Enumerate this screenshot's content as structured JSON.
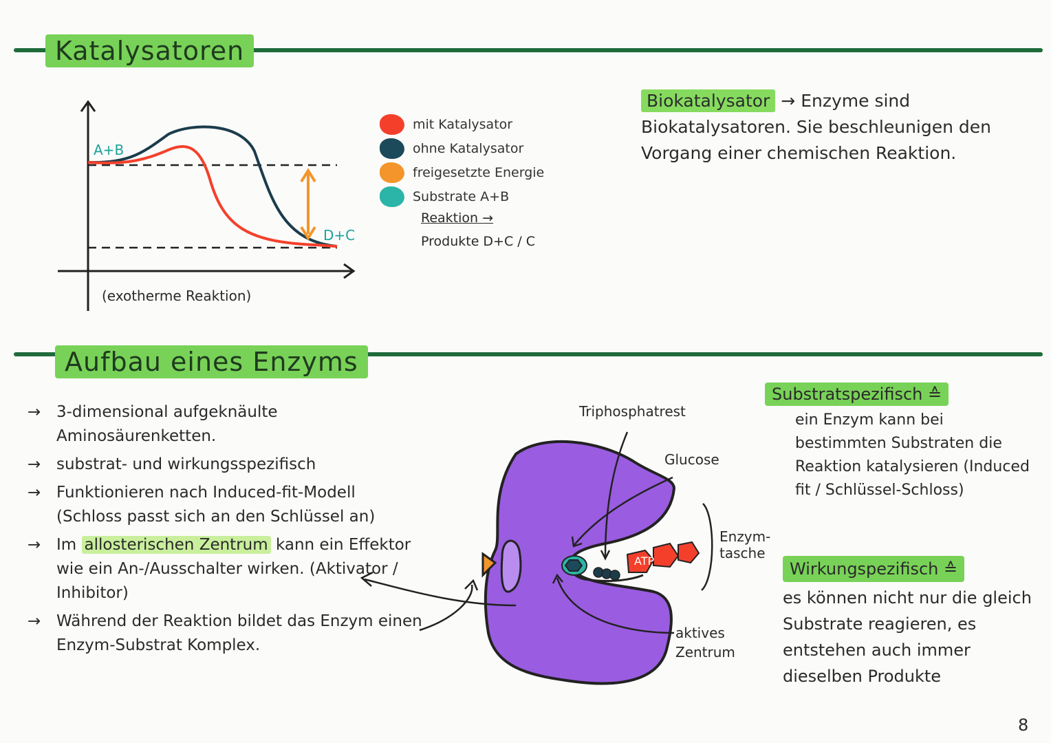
{
  "section1": {
    "heading": "Katalysatoren",
    "graph": {
      "label_start": "A+B",
      "label_end": "D+C",
      "caption": "(exotherme Reaktion)"
    },
    "legend": [
      {
        "label": "mit Katalysator",
        "color": "#f4402b"
      },
      {
        "label": "ohne Katalysator",
        "color": "#1c4a5a"
      },
      {
        "label": "freigesetzte Energie",
        "color": "#f3952a"
      },
      {
        "label": "Substrate A+B",
        "color": "#2bb5a8"
      }
    ],
    "legend_reaction": "Reaktion",
    "legend_products": "Produkte D+C / C",
    "definition": {
      "term": "Biokatalysator",
      "arrow_text": "→ Enzyme",
      "text": "sind Biokatalysatoren. Sie beschleunigen den Vorgang einer chemischen Reaktion."
    }
  },
  "section2": {
    "heading": "Aufbau eines Enzyms",
    "items": [
      {
        "arrow": "→",
        "pre": "",
        "highlight": "",
        "text": "3-dimensional aufgeknäulte Aminosäurenketten."
      },
      {
        "arrow": "→",
        "pre": "",
        "highlight": "",
        "text": "substrat- und wirkungsspezifisch"
      },
      {
        "arrow": "→",
        "pre": "",
        "highlight": "",
        "text": "Funktionieren nach Induced-fit-Modell (Schloss passt sich an den Schlüssel an)"
      },
      {
        "arrow": "→",
        "pre": "Im ",
        "highlight": "allosterischen Zentrum",
        "text": " kann ein Effektor wie ein An-/Ausschalter wirken. (Aktivator / Inhibitor)"
      },
      {
        "arrow": "→",
        "pre": "",
        "highlight": "",
        "text": "Während der Reaktion bildet das Enzym einen Enzym-Substrat Komplex."
      }
    ],
    "diagram": {
      "label_triphosphat": "Triphosphatrest",
      "label_glucose": "Glucose",
      "label_tasche": "Enzym-tasche",
      "label_zentrum": "aktives Zentrum",
      "label_atp": "ATP"
    },
    "side": [
      {
        "heading": "Substratspezifisch ≙",
        "text": "ein Enzym kann bei bestimmten Substraten die Reaktion katalysieren (Induced fit / Schlüssel-Schloss)"
      },
      {
        "heading": "Wirkungspezifisch ≙",
        "text": "es können nicht nur die gleich Substrate reagieren, es entstehen auch immer dieselben Produkte"
      }
    ],
    "page_number": "8"
  }
}
